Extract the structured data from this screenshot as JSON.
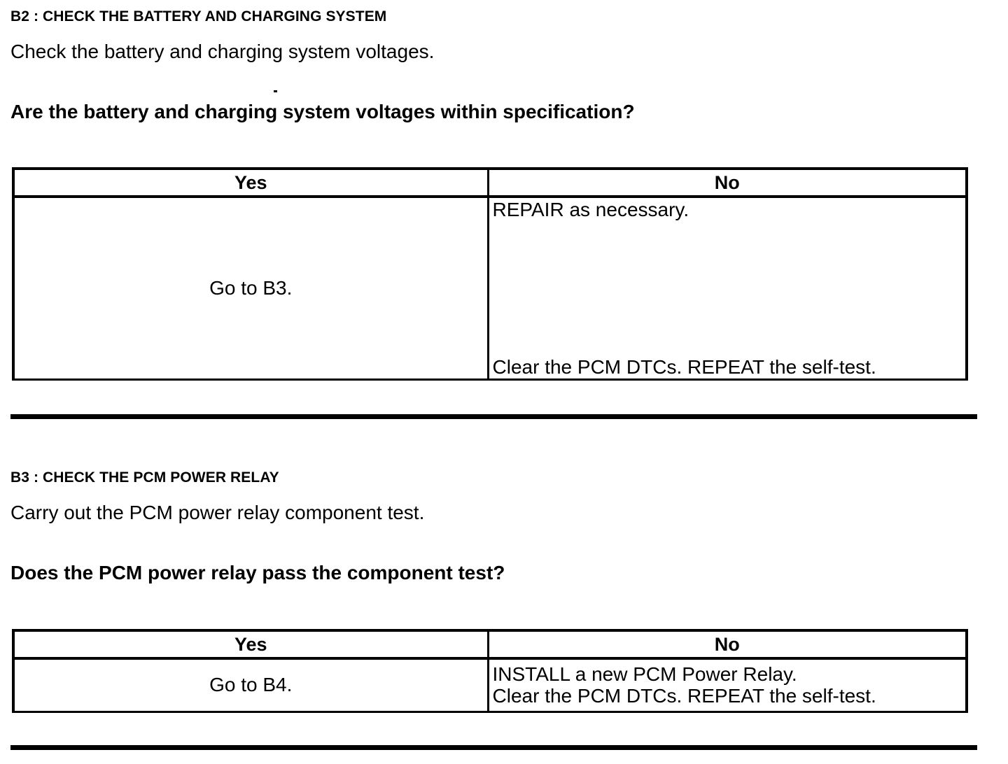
{
  "document": {
    "type": "diagnostic-pinpoint-test-sheet"
  },
  "sections": [
    {
      "id": "B2",
      "heading": "B2 : CHECK THE BATTERY AND CHARGING SYSTEM",
      "body": "Check the battery and charging system voltages.",
      "question": "Are the battery and charging system voltages within specification?",
      "table": {
        "columns": [
          "Yes",
          "No"
        ],
        "yes_action": "Go to B3.",
        "no_action_top": "REPAIR as necessary.",
        "no_action_bottom": "Clear the PCM DTCs. REPEAT the self-test."
      }
    },
    {
      "id": "B3",
      "heading": "B3 : CHECK THE PCM POWER RELAY",
      "body": "Carry out the PCM power relay component test.",
      "question": "Does the PCM power relay pass the component test?",
      "table": {
        "columns": [
          "Yes",
          "No"
        ],
        "yes_action": "Go to B4.",
        "no_action_line1": "INSTALL a new PCM Power Relay.",
        "no_action_line2": "Clear the PCM DTCs. REPEAT the self-test."
      }
    }
  ],
  "colors": {
    "ink": "#000000",
    "paper": "#ffffff"
  }
}
